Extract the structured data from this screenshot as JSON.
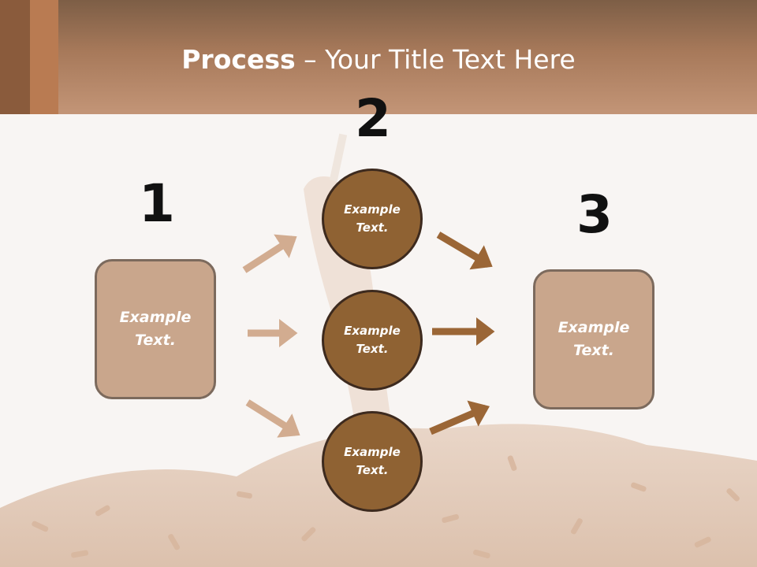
{
  "slide": {
    "title_bold": "Process",
    "title_rest": " – Your Title Text Here"
  },
  "steps": {
    "n1": "1",
    "n2": "2",
    "n3": "3"
  },
  "boxes": {
    "left_line1": "Example",
    "left_line2": "Text.",
    "right_line1": "Example",
    "right_line2": "Text."
  },
  "circles": [
    {
      "line1": "Example",
      "line2": "Text."
    },
    {
      "line1": "Example",
      "line2": "Text."
    },
    {
      "line1": "Example",
      "line2": "Text."
    }
  ],
  "colors": {
    "light_arrow": "#d2ac90",
    "dark_arrow": "#9b6636",
    "circle_fill": "#8f6233",
    "box_fill": "#c9a68c"
  }
}
